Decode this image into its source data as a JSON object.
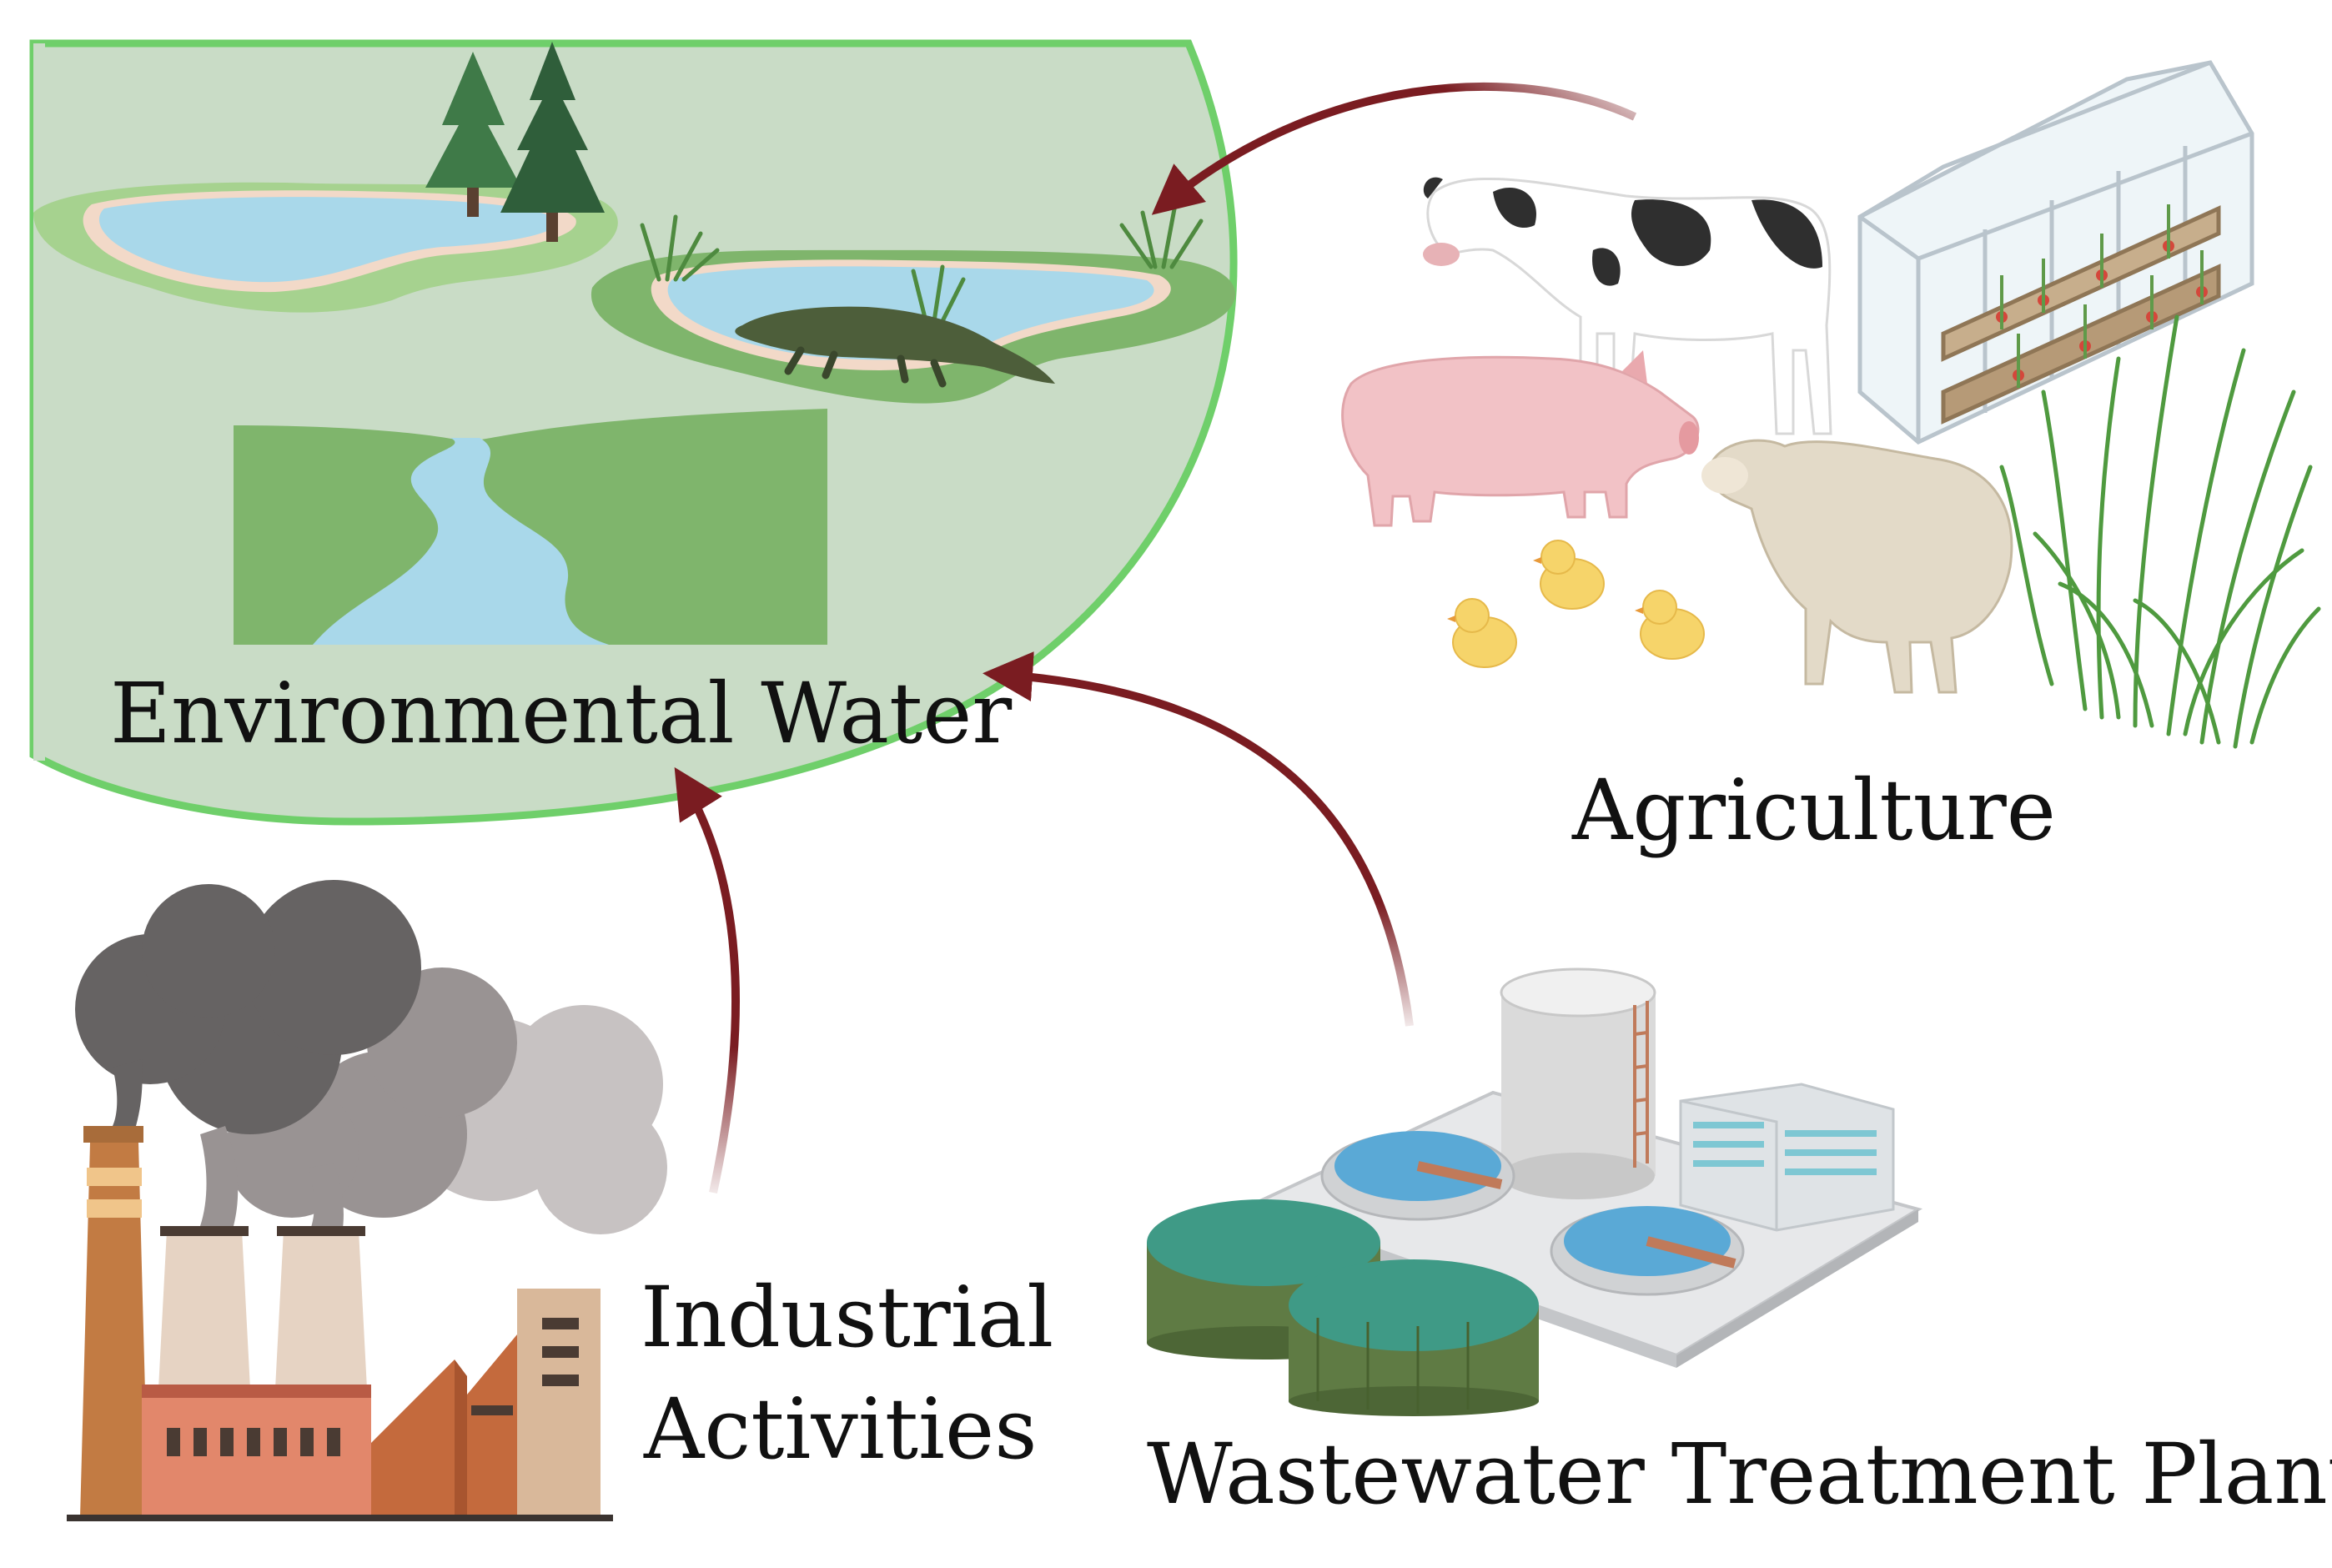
{
  "labels": {
    "environmental_water": "Environmental Water",
    "agriculture": "Agriculture",
    "industrial_line1": "Industrial",
    "industrial_line2": "Activities",
    "wastewater_treatment_plant": "Wastewater Treatment Plant"
  },
  "colors": {
    "env_region_fill": "#c9dcc6",
    "env_region_border": "#6fcf6a",
    "water": "#a9d8ea",
    "land_green": "#7fb56c",
    "arrow": "#7a1c21"
  },
  "icons": {
    "environment": [
      "pond-icon",
      "tree-icon",
      "alligator-icon",
      "river-icon"
    ],
    "agriculture": [
      "cow-icon",
      "pig-icon",
      "sheep-icon",
      "chick-icon",
      "greenhouse-icon",
      "crop-icon"
    ],
    "industry": [
      "factory-icon",
      "smoke-icon"
    ],
    "wwtp": [
      "storage-tank-icon",
      "clarifier-icon",
      "digester-icon",
      "control-building-icon"
    ]
  }
}
